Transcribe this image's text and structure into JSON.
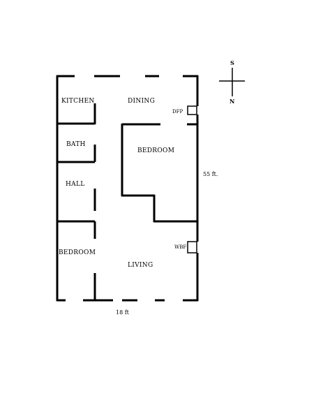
{
  "rooms": {
    "kitchen": "KITCHEN",
    "dining": "DINING",
    "bath": "BATH",
    "bedroom_upper": "BEDROOM",
    "hall": "HALL",
    "bedroom_lower": "BEDROOM",
    "living": "LIVING"
  },
  "fixtures": {
    "dfp": "DFP",
    "wbf": "WBF"
  },
  "dimensions": {
    "length": "55 ft.",
    "width": "18 ft"
  },
  "compass": {
    "top": "S",
    "bottom": "N"
  }
}
